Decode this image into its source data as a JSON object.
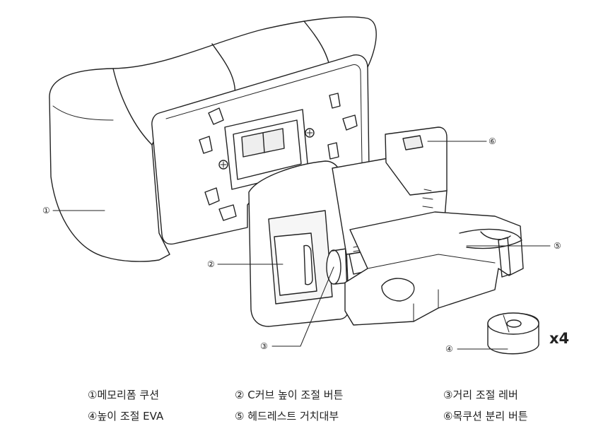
{
  "callouts": {
    "c1": "①",
    "c2": "②",
    "c3": "③",
    "c4": "④",
    "c5": "⑤",
    "c6": "⑥"
  },
  "quantity_label": "x4",
  "legend": [
    [
      "①메모리폼 쿠션",
      "② C커브 높이 조절 버튼",
      "③거리 조절 레버"
    ],
    [
      "④높이 조절 EVA",
      "⑤ 헤드레스트 거치대부",
      "⑥목쿠션 분리 버튼"
    ]
  ]
}
